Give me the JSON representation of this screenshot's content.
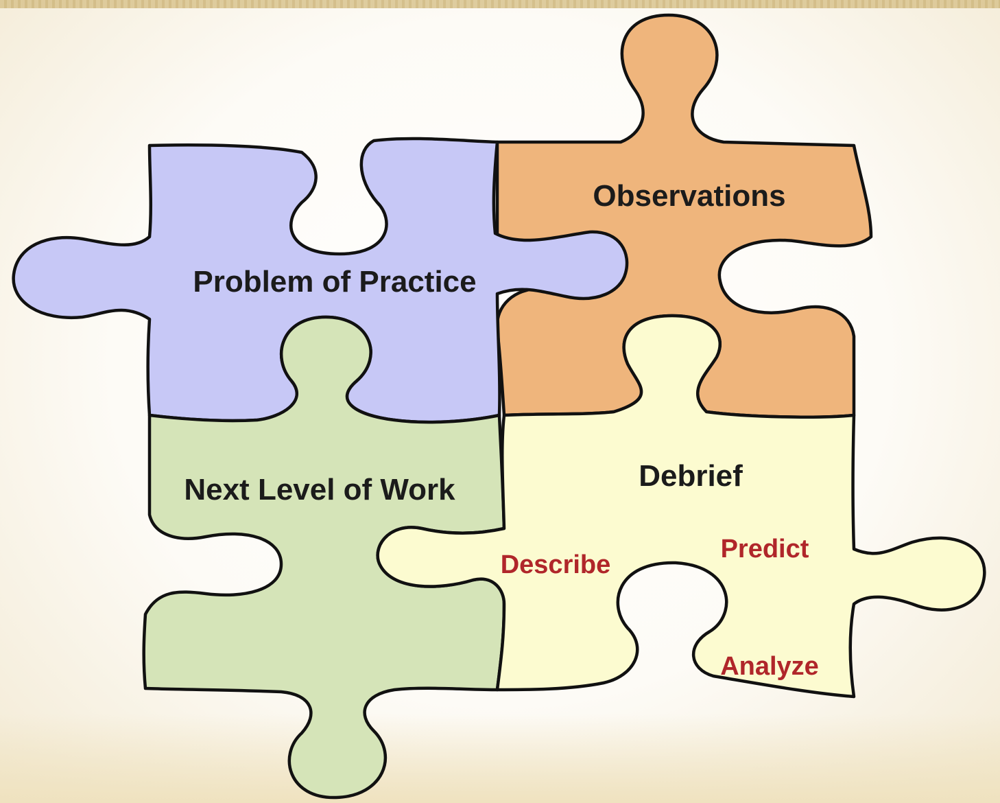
{
  "pieces": {
    "problem_of_practice": {
      "label": "Problem of Practice",
      "color": "#c7c8f6"
    },
    "observations": {
      "label": "Observations",
      "color": "#efb57c"
    },
    "next_level_of_work": {
      "label": "Next Level of Work",
      "color": "#d5e4b8"
    },
    "debrief": {
      "label": "Debrief",
      "color": "#fcfbd0",
      "steps": [
        "Describe",
        "Predict",
        "Analyze"
      ],
      "step_color": "#b0262a"
    }
  }
}
